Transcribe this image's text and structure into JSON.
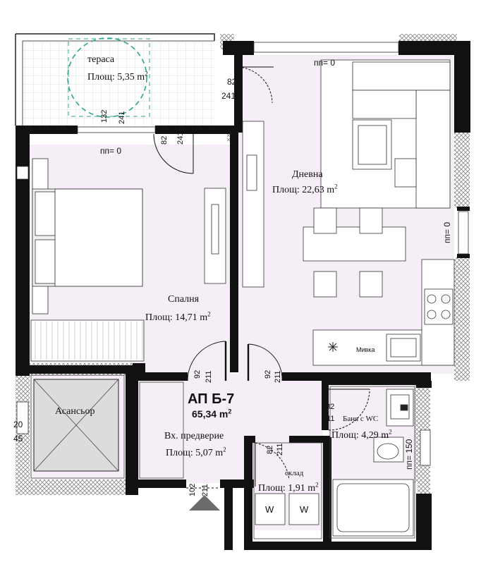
{
  "apartment": {
    "id": "АП Б-7",
    "area": "65,34 m",
    "area_unit_sup": "2"
  },
  "rooms": {
    "terrace": {
      "name": "тераса",
      "area": "Площ: 5,35 m",
      "sup": "2"
    },
    "living": {
      "name": "Дневна",
      "area": "Площ: 22,63 m",
      "sup": "2"
    },
    "bedroom": {
      "name": "Спалня",
      "area": "Площ: 14,71 m",
      "sup": "2"
    },
    "entry": {
      "name": "Вх. предверие",
      "area": "Площ: 5,07 m",
      "sup": "2"
    },
    "bath": {
      "name": "Баня с WC",
      "area": "Площ: 4,29 m",
      "sup": "2"
    },
    "storage": {
      "name": "склад",
      "area": "Площ: 1,91 m",
      "sup": "2"
    },
    "elevator": {
      "name": "Асансьор"
    }
  },
  "fixtures": {
    "sink": "Мивка",
    "washer_1": "W",
    "washer_2": "W"
  },
  "dimensions": {
    "pp0_top": "пп= 0",
    "pp0_bedroom": "пп= 0",
    "pp0_right": "пп= 0",
    "pp150": "пп= 150",
    "d82_top": "82",
    "d241_top": "241",
    "d132": "132",
    "d241_terrace": "241",
    "d82_bed": "82",
    "d241_bed": "241",
    "d92_left": "92",
    "d211_left": "211",
    "d92_right": "92",
    "d211_right": "211",
    "d82_bath": "82",
    "d211_bath": "211",
    "d82_store": "82",
    "d211_store": "211",
    "d102": "102",
    "d211_entry": "211",
    "d20": "20",
    "d45": "45"
  },
  "colors": {
    "floor": "#f6eef6",
    "wall": "#111111",
    "hatch": "#8c8c8c",
    "tile": "#cfcfcf",
    "dash": "#2fa58f"
  }
}
